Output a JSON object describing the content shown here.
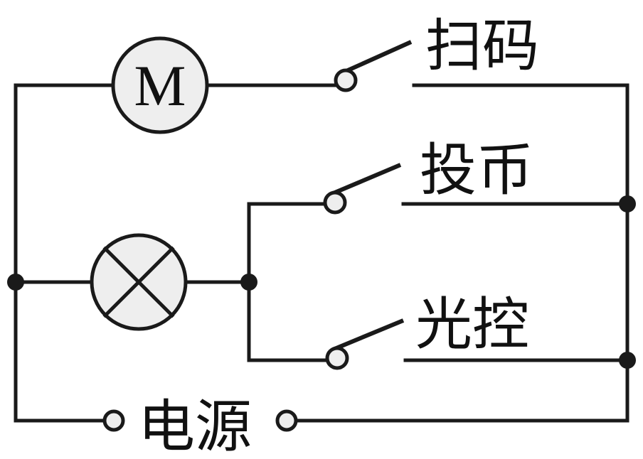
{
  "diagram": {
    "type": "circuit",
    "colors": {
      "wire": "#1a1a1a",
      "component_fill": "#eeeeee",
      "background": "#ffffff"
    },
    "components": {
      "motor": {
        "symbol": "M",
        "kind": "motor"
      },
      "lamp": {
        "kind": "lamp"
      },
      "switch_scan": {
        "label": "扫码",
        "kind": "switch",
        "state": "open"
      },
      "switch_coin": {
        "label": "投币",
        "kind": "switch",
        "state": "open"
      },
      "switch_light": {
        "label": "光控",
        "kind": "switch",
        "state": "open"
      },
      "power": {
        "label": "电源",
        "kind": "power-source"
      }
    }
  }
}
